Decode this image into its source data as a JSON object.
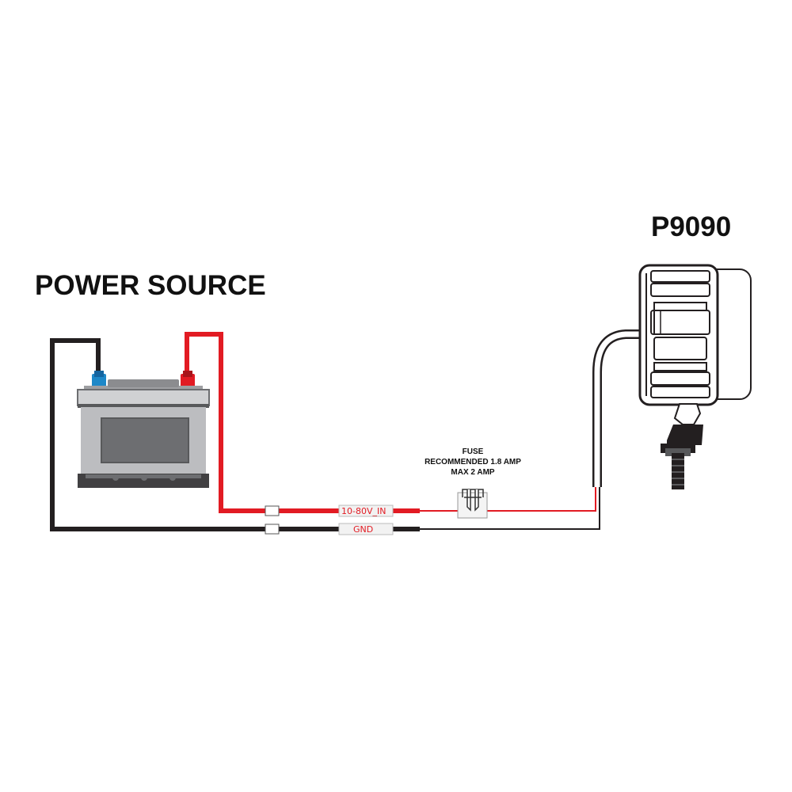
{
  "power_source_title": "POWER SOURCE",
  "product_title": "P9090",
  "fuse": {
    "line1": "FUSE",
    "line2": "RECOMMENDED 1.8 AMP",
    "line3": "MAX 2 AMP"
  },
  "wires": {
    "positive_label": "10-80V_IN",
    "ground_label": "GND"
  },
  "colors": {
    "positive_wire": "#e21b23",
    "ground_wire": "#231f20",
    "battery_terminal_negative": "#1e88c8",
    "battery_terminal_positive": "#e21b23"
  }
}
